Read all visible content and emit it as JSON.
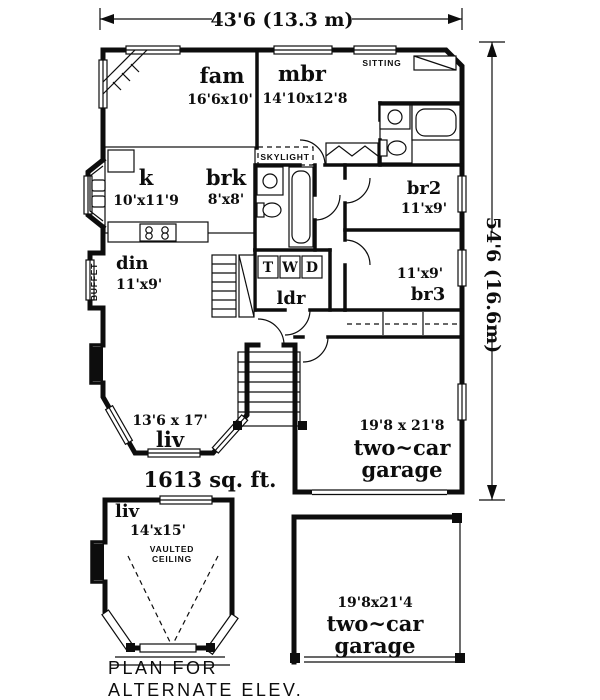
{
  "dimensions": {
    "width_label": "43'6 (13.3 m)",
    "height_label": "54'6 (16.6m)"
  },
  "rooms": {
    "fam": {
      "name": "fam",
      "size": "16'6x10'"
    },
    "mbr": {
      "name": "mbr",
      "size": "14'10x12'8"
    },
    "sitting": {
      "name": "SITTING"
    },
    "kitchen": {
      "name": "k",
      "size": "10'x11'9"
    },
    "brk": {
      "name": "brk",
      "size": "8'x8'"
    },
    "skylight": {
      "name": "SKYLIGHT"
    },
    "br2": {
      "name": "br2",
      "size": "11'x9'"
    },
    "din": {
      "name": "din",
      "size": "11'x9'"
    },
    "buffet": {
      "name": "BUFFET"
    },
    "br3": {
      "name": "br3",
      "size": "11'x9'"
    },
    "ldr": {
      "name": "ldr"
    },
    "liv": {
      "name": "liv",
      "size": "13'6 x 17'"
    },
    "garage": {
      "size": "19'8 x 21'8",
      "name_line1": "two~car",
      "name_line2": "garage"
    }
  },
  "laundry": {
    "t": "T",
    "w": "W",
    "d": "D"
  },
  "total_area": "1613 sq. ft.",
  "alternate": {
    "liv": {
      "name": "liv",
      "size": "14'x15'"
    },
    "vaulted_line1": "VAULTED",
    "vaulted_line2": "CEILING",
    "garage": {
      "size": "19'8x21'4",
      "name_line1": "two~car",
      "name_line2": "garage"
    },
    "caption_line1": "PLAN FOR",
    "caption_line2": "ALTERNATE ELEV."
  },
  "colors": {
    "ink": "#0d0d0d",
    "paper": "#ffffff"
  }
}
